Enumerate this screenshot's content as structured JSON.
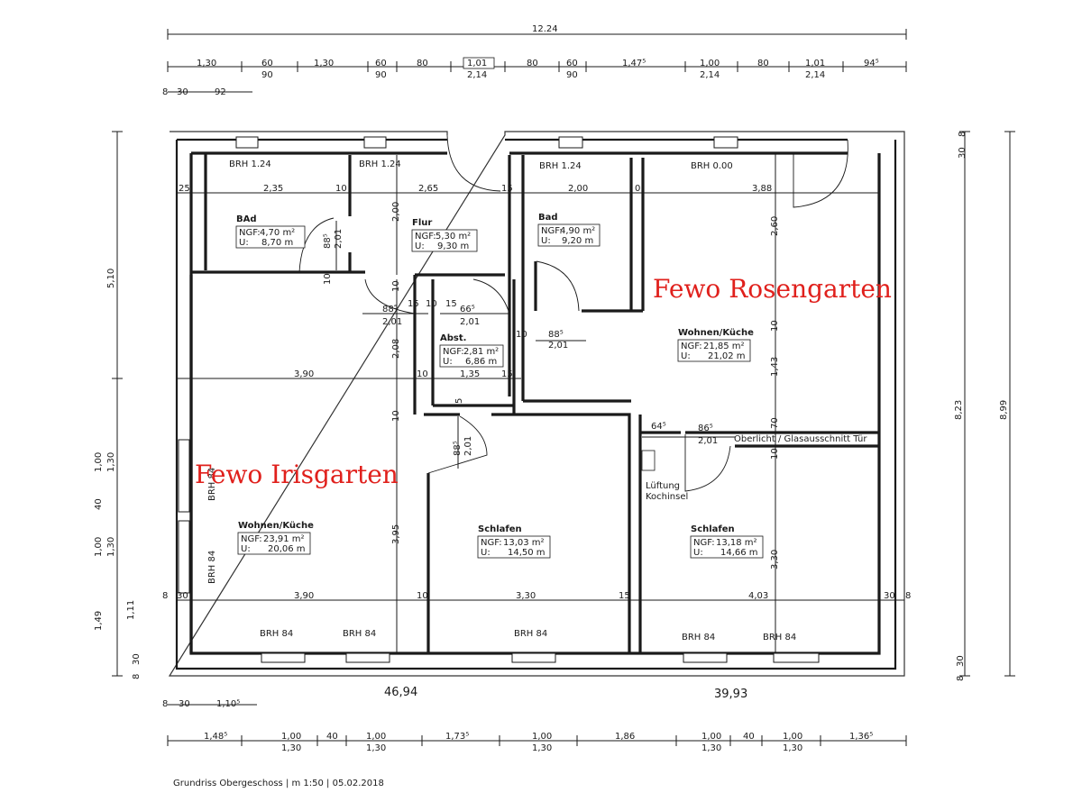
{
  "apartments": {
    "left": "Fewo Irisgarten",
    "right": "Fewo Rosengarten"
  },
  "footer": {
    "caption": "Grundriss Obergeschoss | m 1:50 | 05.02.2018"
  },
  "handwritten": {
    "left": "46,94",
    "right": "39,93"
  },
  "rooms": [
    {
      "name": "BAd",
      "ngf_label": "NGF:",
      "ngf": "4,70 m²",
      "u_label": "U:",
      "u": "8,70 m"
    },
    {
      "name": "Flur",
      "ngf_label": "NGF:",
      "ngf": "5,30 m²",
      "u_label": "U:",
      "u": "9,30 m"
    },
    {
      "name": "Bad",
      "ngf_label": "NGF:",
      "ngf": "4,90 m²",
      "u_label": "U:",
      "u": "9,20 m"
    },
    {
      "name": "Abst.",
      "ngf_label": "NGF:",
      "ngf": "2,81 m²",
      "u_label": "U:",
      "u": "6,86 m"
    },
    {
      "name": "Wohnen/Küche",
      "ngf_label": "NGF:",
      "ngf": "21,85 m²",
      "u_label": "U:",
      "u": "21,02 m"
    },
    {
      "name": "Wohnen/Küche",
      "ngf_label": "NGF:",
      "ngf": "23,91 m²",
      "u_label": "U:",
      "u": "20,06 m"
    },
    {
      "name": "Schlafen",
      "ngf_label": "NGF:",
      "ngf": "13,03 m²",
      "u_label": "U:",
      "u": "14,50 m"
    },
    {
      "name": "Schlafen",
      "ngf_label": "NGF:",
      "ngf": "13,18 m²",
      "u_label": "U:",
      "u": "14,66 m"
    }
  ],
  "notes": {
    "brh": [
      "BRH 1.24",
      "BRH 1.24",
      "BRH 1.24",
      "BRH 0.00",
      "BRH 84",
      "BRH 84",
      "BRH 84",
      "BRH 84",
      "BRH 84",
      "BRH 84",
      "BRH 84"
    ],
    "oberlicht": "Oberlicht / Glasausschnitt Tür",
    "lueftung": "Lüftung",
    "kochinsel": "Kochinsel"
  },
  "dims": {
    "top_total": "12.24",
    "top_row": [
      "1,30",
      "60",
      "90",
      "1,30",
      "60",
      "90",
      "80",
      "1,01",
      "2,14",
      "80",
      "60",
      "90",
      "1,47⁵",
      "1,00",
      "2,14",
      "80",
      "1,01",
      "2,14",
      "94⁵"
    ],
    "top_small": [
      "8",
      "30",
      "92"
    ],
    "inner_upper": [
      "25",
      "2,35",
      "10",
      "2,65",
      "15",
      "2,00",
      "0",
      "3,88"
    ],
    "inner_mid": [
      "3,90",
      "10",
      "1,35",
      "15"
    ],
    "inner_bottom": [
      "8",
      "30",
      "3,90",
      "10",
      "3,30",
      "15",
      "4,03",
      "30",
      "8"
    ],
    "bottom_small": [
      "8",
      "30",
      "1,10⁵"
    ],
    "bottom_row": [
      "1,48⁵",
      "1,00",
      "1,30",
      "40",
      "1,00",
      "1,30",
      "1,73⁵",
      "1,00",
      "1,30",
      "1,86",
      "1,00",
      "1,30",
      "40",
      "1,00",
      "1,30",
      "1,36⁵"
    ],
    "left": [
      "5,10",
      "1,00",
      "1,30",
      "40",
      "1,00",
      "1,30",
      "1,49",
      "1,11",
      "8",
      "30"
    ],
    "right": [
      "30",
      "8",
      "8,23",
      "8,99",
      "8",
      "30"
    ],
    "interior": [
      "2,00",
      "2,01",
      "88⁵",
      "10",
      "2,60",
      "10",
      "10",
      "15",
      "10",
      "15",
      "88⁵",
      "2,01",
      "66⁵",
      "2,01",
      "2,08",
      "88⁵",
      "2,01",
      "10",
      "1,43",
      "5",
      "10",
      "88⁵",
      "2,01",
      "64⁵",
      "86⁵",
      "2,01",
      "70",
      "10",
      "3,95",
      "3,30"
    ]
  }
}
